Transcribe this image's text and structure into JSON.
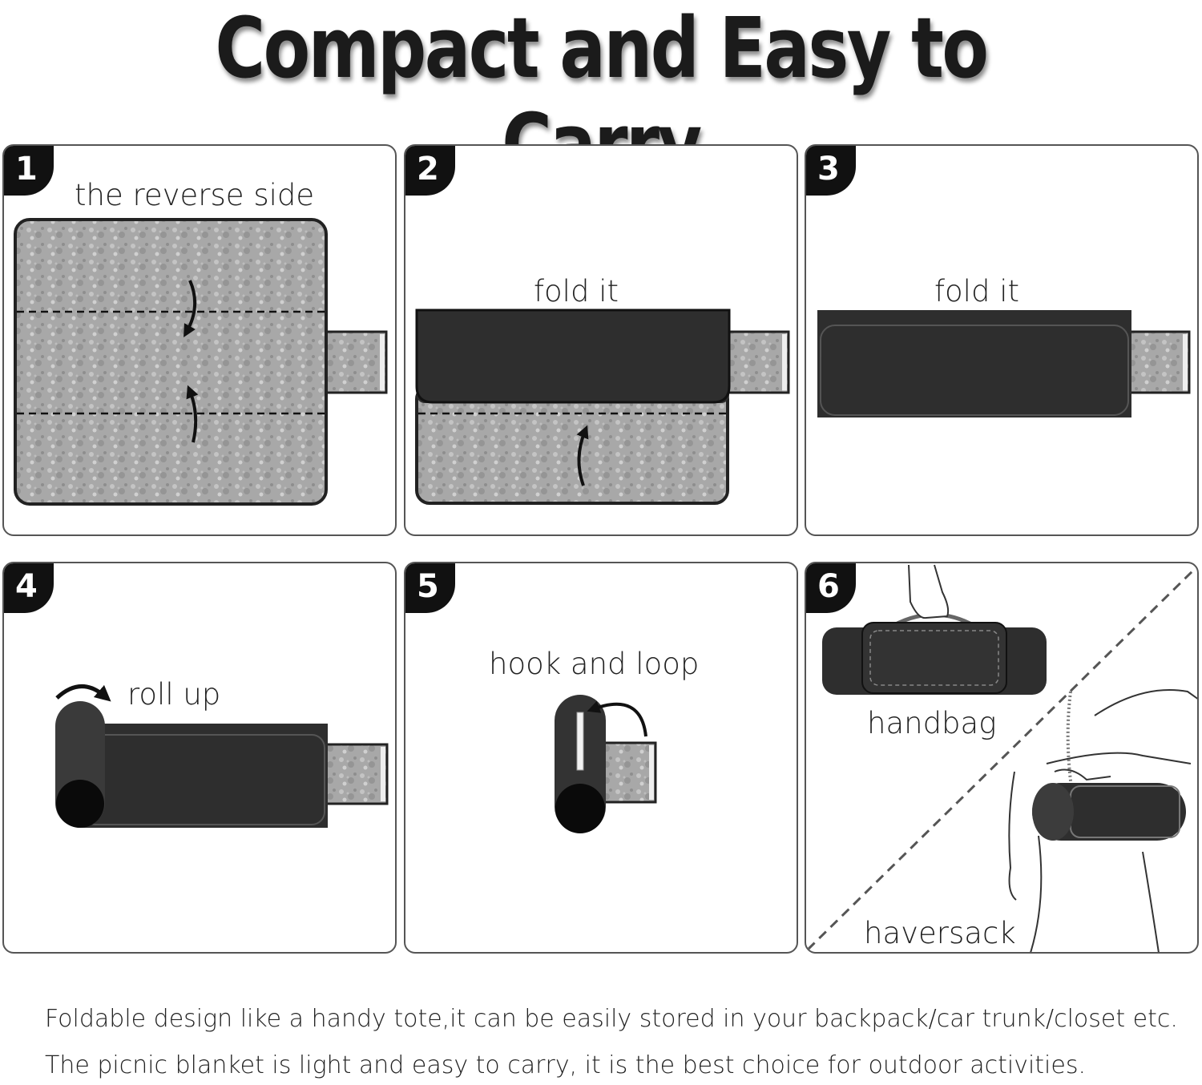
{
  "title": "Compact and Easy to Carry",
  "steps": [
    {
      "number": "1",
      "label": "the reverse side"
    },
    {
      "number": "2",
      "label": "fold it"
    },
    {
      "number": "3",
      "label": "fold it"
    },
    {
      "number": "4",
      "label": "roll up"
    },
    {
      "number": "5",
      "label": "hook and loop"
    },
    {
      "number": "6",
      "label_top": "handbag",
      "label_bottom": "haversack"
    }
  ],
  "captions": [
    "Foldable design like a handy tote,it can be easily stored in your backpack/car trunk/closet etc.",
    "The picnic blanket is light and easy to carry, it is the best choice for outdoor activities."
  ],
  "colors": {
    "dark": "#2e2e2e",
    "fabric": "#a9a9a9",
    "black": "#111111"
  }
}
